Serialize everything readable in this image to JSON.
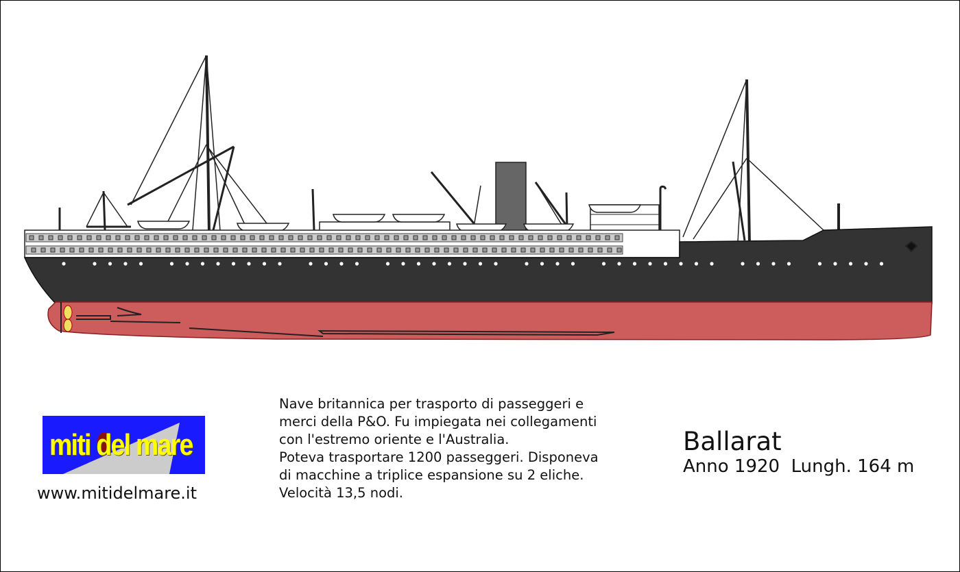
{
  "logo": {
    "text": "miti del mare"
  },
  "website": "www.mitidelmare.it",
  "description": [
    "Nave britannica per trasporto di passeggeri e",
    "merci della P&O. Fu impiegata nei collegamenti",
    "con l'estremo oriente e l'Australia.",
    "Poteva trasportare 1200 passeggeri. Disponeva",
    "di macchine a triplice espansione su 2 eliche.",
    "Velocità 13,5 nodi."
  ],
  "ship_name": "Ballarat",
  "specs": "Anno 1920  Lungh. 164 m",
  "colors": {
    "hull": "#333333",
    "bottom": "#cd5c5c",
    "logo_bg": "#1a1aff",
    "logo_text": "#ffff00",
    "funnel": "#666666"
  }
}
